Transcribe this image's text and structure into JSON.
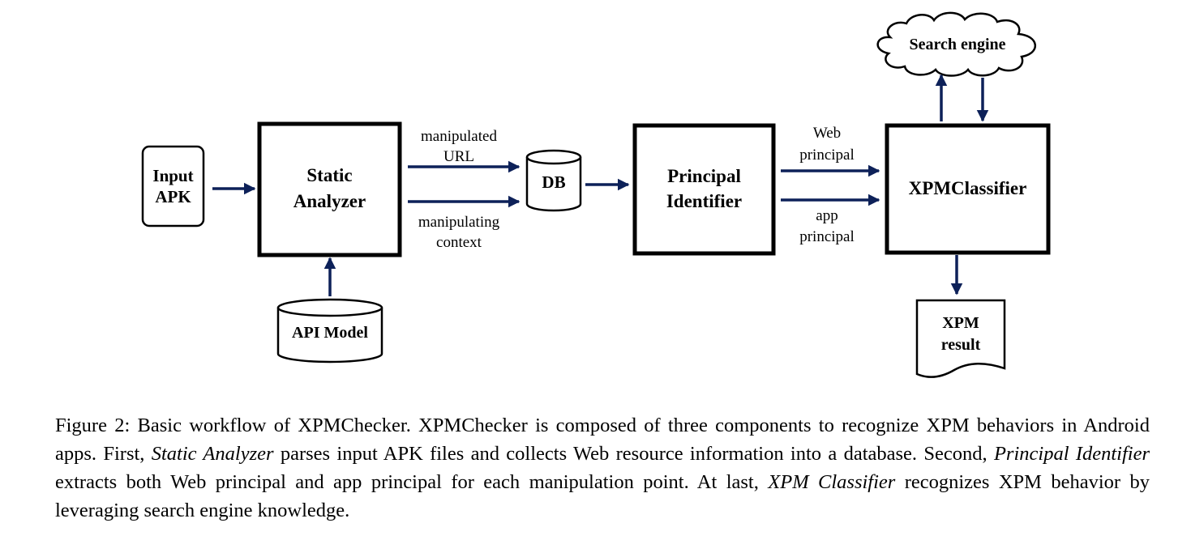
{
  "nodes": {
    "input_apk": [
      "Input",
      "APK"
    ],
    "static_analyzer": [
      "Static",
      "Analyzer"
    ],
    "db": "DB",
    "principal_identifier": [
      "Principal",
      "Identifier"
    ],
    "xpm_classifier": "XPMClassifier",
    "search_engine": "Search engine",
    "api_model": "API Model",
    "xpm_result": [
      "XPM",
      "result"
    ]
  },
  "edges": {
    "manipulated_url": [
      "manipulated",
      "URL"
    ],
    "manipulating_context": [
      "manipulating",
      "context"
    ],
    "web_principal": [
      "Web",
      "principal"
    ],
    "app_principal": [
      "app",
      "principal"
    ]
  },
  "colors": {
    "arrow": "#0d2159",
    "stroke": "#000000"
  },
  "caption": {
    "p1": "Figure 2:  Basic workflow of XPMChecker.  XPMChecker is composed of three components to recognize XPM behaviors in Android apps. First, ",
    "i1": "Static Analyzer",
    "p2": " parses input APK files and collects Web resource information into a database. Second, ",
    "i2": "Principal Identifier",
    "p3": " extracts both Web principal and app principal for each manipulation point. At last, ",
    "i3": "XPM Classifier",
    "p4": " recognizes XPM behavior by leveraging search engine knowledge."
  }
}
